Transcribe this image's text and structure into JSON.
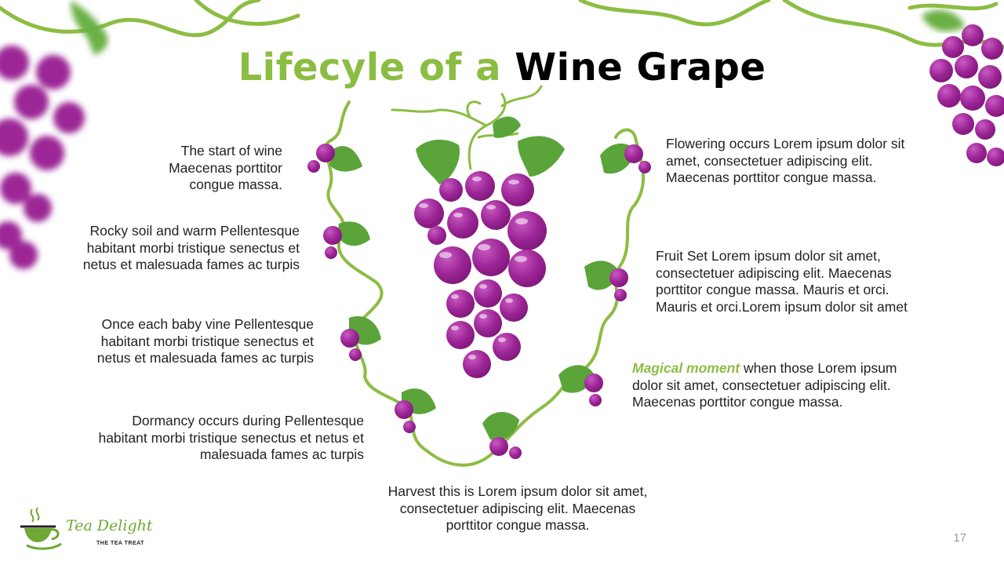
{
  "slide": {
    "title_green": "Lifecyle of a",
    "title_black": "Wine Grape",
    "page_number": "17"
  },
  "stages": {
    "start": "The start of wine\nMaecenas porttitor\ncongue massa.",
    "rocky": "Rocky soil and warm Pellentesque\nhabitant morbi tristique senectus et\nnetus et malesuada fames ac turpis",
    "baby": "Once each baby vine Pellentesque\nhabitant morbi tristique senectus et\nnetus et malesuada fames ac turpis",
    "dormancy": "Dormancy occurs during Pellentesque\nhabitant morbi tristique senectus et netus et\nmalesuada fames ac turpis",
    "harvest": "Harvest this is Lorem ipsum dolor sit amet,\nconsectetuer adipiscing elit. Maecenas\nporttitor congue massa.",
    "flowering": "Flowering occurs Lorem ipsum dolor sit\namet, consectetuer adipiscing elit.\nMaecenas porttitor congue massa.",
    "fruitset": "Fruit Set Lorem ipsum dolor sit amet,\nconsectetuer adipiscing elit. Maecenas\nporttitor congue massa. Mauris et orci.\nMauris et orci.Lorem ipsum dolor sit amet",
    "magical_highlight": "Magical moment",
    "magical_rest": " when those Lorem ipsum\ndolor sit amet, consectetuer adipiscing elit.\nMaecenas porttitor congue massa."
  },
  "logo": {
    "name": "Tea Delight",
    "tagline": "THE TEA TREAT"
  },
  "colors": {
    "accent_green": "#8cbd43",
    "leaf_green": "#5aa43a",
    "grape_purple": "#96218f",
    "title_black": "#000000"
  }
}
